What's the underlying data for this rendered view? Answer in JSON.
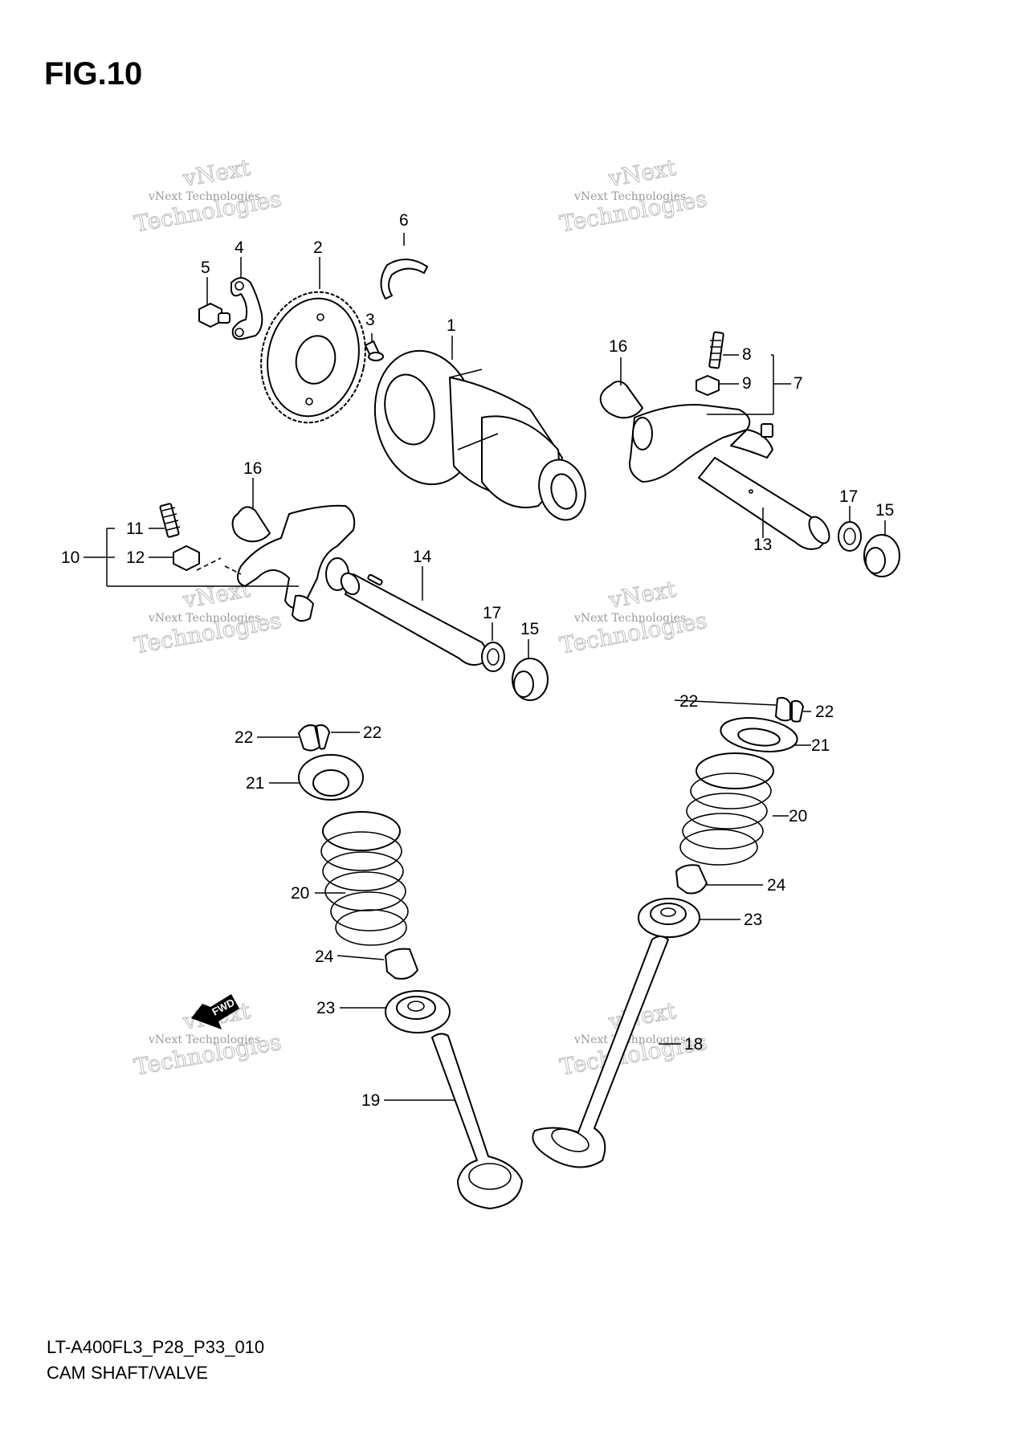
{
  "figure": {
    "title": "FIG.10",
    "model_code": "LT-A400FL3_P28_P33_010",
    "section_name": "CAM SHAFT/VALVE"
  },
  "watermark": {
    "line1": "vNext",
    "line2": "vNext Technologies",
    "line3": "Technologies"
  },
  "direction_marker": {
    "label": "FWD",
    "icon": "fwd-arrow-icon"
  },
  "callouts": {
    "c1": "1",
    "c2": "2",
    "c3": "3",
    "c4": "4",
    "c5": "5",
    "c6": "6",
    "c7": "7",
    "c8": "8",
    "c9": "9",
    "c10": "10",
    "c11": "11",
    "c12": "12",
    "c13": "13",
    "c14": "14",
    "c15a": "15",
    "c15b": "15",
    "c16a": "16",
    "c16b": "16",
    "c17a": "17",
    "c17b": "17",
    "c18": "18",
    "c19": "19",
    "c20a": "20",
    "c20b": "20",
    "c21a": "21",
    "c21b": "21",
    "c22a": "22",
    "c22b": "22",
    "c22c": "22",
    "c22d": "22",
    "c23a": "23",
    "c23b": "23",
    "c24a": "24",
    "c24b": "24"
  }
}
